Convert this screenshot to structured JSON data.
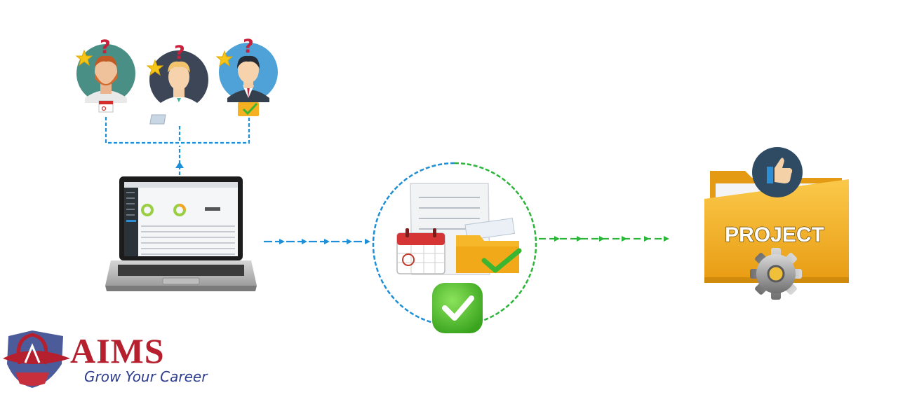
{
  "folder": {
    "label": "PROJECT"
  },
  "logo": {
    "name": "AIMS",
    "tagline": "Grow Your Career"
  },
  "colors": {
    "blue_connector": "#1e8fd6",
    "green_connector": "#2bb53a",
    "folder": "#f5b122",
    "brand_red": "#b51f2e",
    "brand_blue": "#2e3d8f"
  },
  "icons": [
    "question-icon",
    "star-icon",
    "avatar-icon",
    "laptop-icon",
    "calendar-icon",
    "document-icon",
    "check-icon",
    "folder-icon",
    "thumbs-up-icon",
    "gear-icon",
    "crest-icon"
  ]
}
